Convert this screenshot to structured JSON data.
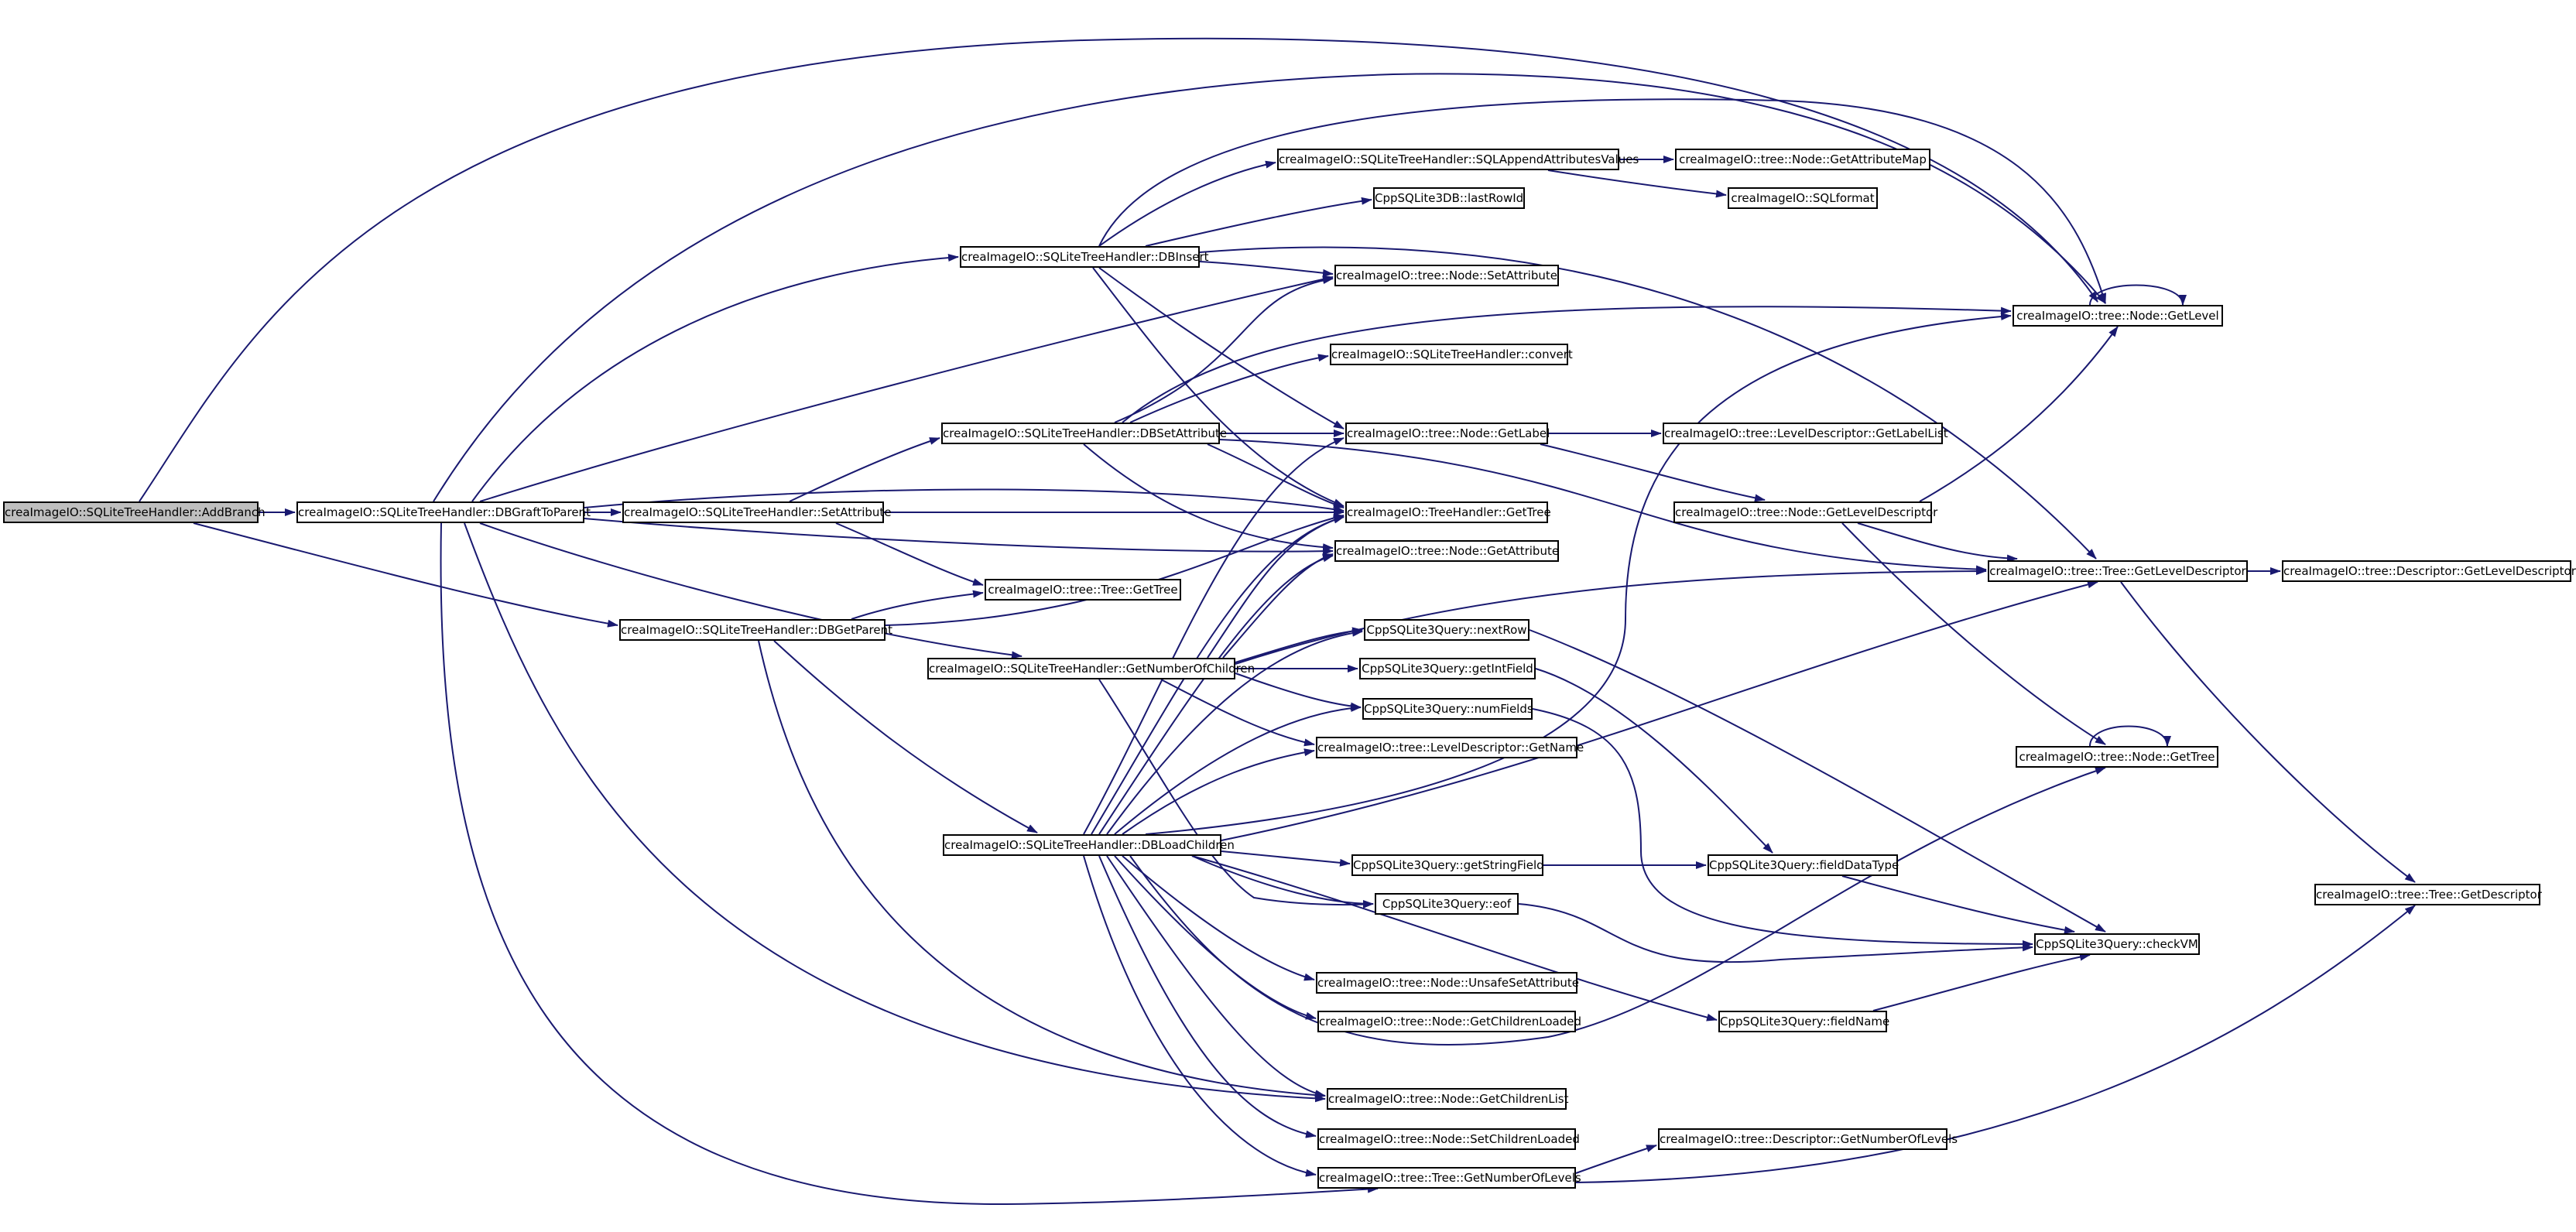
{
  "graph": {
    "edge_color": "#191970",
    "root_fill": "#bfbfbf",
    "nodes": {
      "addbranch": "creaImageIO::SQLiteTreeHandler::AddBranch",
      "dbgrafttoparent": "creaImageIO::SQLiteTreeHandler::DBGraftToParent",
      "dbgetparent": "creaImageIO::SQLiteTreeHandler::DBGetParent",
      "dbinsert": "creaImageIO::SQLiteTreeHandler::DBInsert",
      "dbsetattribute": "creaImageIO::SQLiteTreeHandler::DBSetAttribute",
      "setattribute": "creaImageIO::SQLiteTreeHandler::SetAttribute",
      "tree_gettree": "creaImageIO::tree::Tree::GetTree",
      "getnumberofchildren": "creaImageIO::SQLiteTreeHandler::GetNumberOfChildren",
      "dbloadchildren": "creaImageIO::SQLiteTreeHandler::DBLoadChildren",
      "sqlappend": "creaImageIO::SQLiteTreeHandler::SQLAppendAttributesValues",
      "lastrowid": "CppSQLite3DB::lastRowId",
      "node_setattribute": "creaImageIO::tree::Node::SetAttribute",
      "convert": "creaImageIO::SQLiteTreeHandler::convert",
      "node_getlabel": "creaImageIO::tree::Node::GetLabel",
      "treehandler_gettree": "creaImageIO::TreeHandler::GetTree",
      "node_getattribute": "creaImageIO::tree::Node::GetAttribute",
      "nextrow": "CppSQLite3Query::nextRow",
      "getintfield": "CppSQLite3Query::getIntField",
      "numfields": "CppSQLite3Query::numFields",
      "ld_getname": "creaImageIO::tree::LevelDescriptor::GetName",
      "getstringfield": "CppSQLite3Query::getStringField",
      "eof": "CppSQLite3Query::eof",
      "unsafesetattribute": "creaImageIO::tree::Node::UnsafeSetAttribute",
      "getchildrenloaded": "creaImageIO::tree::Node::GetChildrenLoaded",
      "getchildrenlist": "creaImageIO::tree::Node::GetChildrenList",
      "setchildrenloaded": "creaImageIO::tree::Node::SetChildrenLoaded",
      "tree_getnumberoflevels": "creaImageIO::tree::Tree::GetNumberOfLevels",
      "getattributemap": "creaImageIO::tree::Node::GetAttributeMap",
      "sqlformat": "creaImageIO::SQLformat",
      "ld_getlabellist": "creaImageIO::tree::LevelDescriptor::GetLabelList",
      "node_getleveldescriptor": "creaImageIO::tree::Node::GetLevelDescriptor",
      "fielddatatype": "CppSQLite3Query::fieldDataType",
      "fieldname": "CppSQLite3Query::fieldName",
      "desc_getnumberoflevels": "creaImageIO::tree::Descriptor::GetNumberOfLevels",
      "node_getlevel": "creaImageIO::tree::Node::GetLevel",
      "tree_getleveldescriptor": "creaImageIO::tree::Tree::GetLevelDescriptor",
      "node_gettree": "creaImageIO::tree::Node::GetTree",
      "checkvm": "CppSQLite3Query::checkVM",
      "desc_getleveldescriptor": "creaImageIO::tree::Descriptor::GetLevelDescriptor",
      "tree_getdescriptor": "creaImageIO::tree::Tree::GetDescriptor"
    }
  }
}
